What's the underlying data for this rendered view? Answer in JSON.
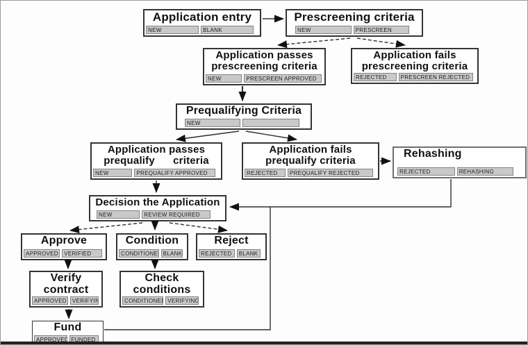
{
  "colors": {
    "status_cell_bg": "#c9c9c9",
    "status_cell_border": "#838383",
    "box_border": "#333333",
    "connector": "#2e2e2e",
    "arrowhead": "#111111"
  },
  "diagram": {
    "nodes": [
      {
        "id": "application-entry",
        "title": "Application entry",
        "statuses": [
          "NEW",
          "BLANK"
        ]
      },
      {
        "id": "prescreening-criteria",
        "title": "Prescreening criteria",
        "statuses": [
          "NEW",
          "PRESCREEN"
        ]
      },
      {
        "id": "application-passes-prescreening",
        "title": "Application passes\nprescreening criteria",
        "statuses": [
          "NEW",
          "PRESCREEN APPROVED"
        ]
      },
      {
        "id": "application-fails-prescreening",
        "title": "Application fails\nprescreening criteria",
        "statuses": [
          "REJECTED",
          "PRESCREEN REJECTED"
        ]
      },
      {
        "id": "prequalifying-criteria",
        "title": "Prequalifying Criteria",
        "statuses": [
          "NEW",
          ""
        ]
      },
      {
        "id": "application-passes-prequalify",
        "title": "Application passes\nprequalify      criteria",
        "statuses": [
          "NEW",
          "PREQUALIFY APPROVED"
        ]
      },
      {
        "id": "application-fails-prequalify",
        "title": "Application fails\nprequalify criteria",
        "statuses": [
          "REJECTED",
          "PREQUALIFY REJECTED"
        ]
      },
      {
        "id": "rehashing",
        "title": "Rehashing",
        "statuses": [
          "REJECTED",
          "REHASHING"
        ]
      },
      {
        "id": "decision-the-application",
        "title": "Decision the Application",
        "statuses": [
          "NEW",
          "REVIEW REQUIRED"
        ]
      },
      {
        "id": "approve",
        "title": "Approve",
        "statuses": [
          "APPROVED",
          "VERIFIED"
        ]
      },
      {
        "id": "condition",
        "title": "Condition",
        "statuses": [
          "CONDITIONED",
          "BLANK"
        ]
      },
      {
        "id": "reject",
        "title": "Reject",
        "statuses": [
          "REJECTED",
          "BLANK"
        ]
      },
      {
        "id": "verify-contract",
        "title": "Verify\ncontract",
        "statuses": [
          "APPROVED",
          "VERIFYING"
        ]
      },
      {
        "id": "check-conditions",
        "title": "Check\nconditions",
        "statuses": [
          "CONDITIONED",
          "VERIFYING"
        ]
      },
      {
        "id": "fund",
        "title": "Fund",
        "statuses": [
          "APPROVED",
          "FUNDED"
        ]
      }
    ],
    "edges": [
      {
        "from": "application-entry",
        "to": "prescreening-criteria",
        "style": "solid"
      },
      {
        "from": "prescreening-criteria",
        "to": "application-passes-prescreening",
        "style": "dashed"
      },
      {
        "from": "prescreening-criteria",
        "to": "application-fails-prescreening",
        "style": "dashed"
      },
      {
        "from": "application-passes-prescreening",
        "to": "prequalifying-criteria",
        "style": "solid"
      },
      {
        "from": "prequalifying-criteria",
        "to": "application-passes-prequalify",
        "style": "solid"
      },
      {
        "from": "prequalifying-criteria",
        "to": "application-fails-prequalify",
        "style": "solid"
      },
      {
        "from": "application-fails-prequalify",
        "to": "rehashing",
        "style": "solid"
      },
      {
        "from": "application-passes-prequalify",
        "to": "decision-the-application",
        "style": "solid"
      },
      {
        "from": "rehashing",
        "to": "decision-the-application",
        "style": "solid"
      },
      {
        "from": "decision-the-application",
        "to": "approve",
        "style": "dashed"
      },
      {
        "from": "decision-the-application",
        "to": "condition",
        "style": "dashed"
      },
      {
        "from": "decision-the-application",
        "to": "reject",
        "style": "dashed"
      },
      {
        "from": "approve",
        "to": "verify-contract",
        "style": "solid"
      },
      {
        "from": "condition",
        "to": "check-conditions",
        "style": "solid"
      },
      {
        "from": "verify-contract",
        "to": "fund",
        "style": "dashed"
      },
      {
        "from": "fund",
        "to": "decision-the-application",
        "style": "solid"
      }
    ]
  }
}
